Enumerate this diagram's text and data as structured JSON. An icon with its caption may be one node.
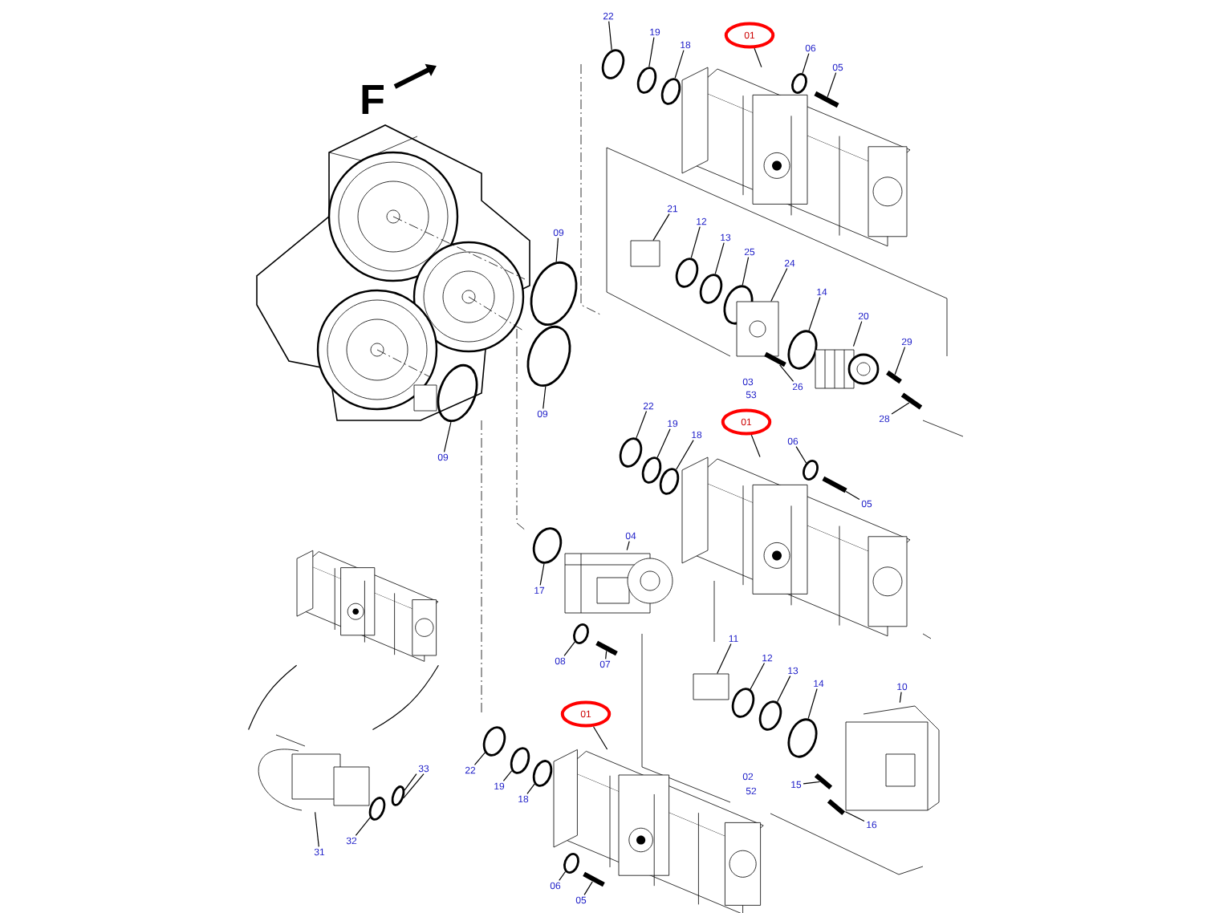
{
  "diagram": {
    "nodes": [
      {
        "text": [
          "22"
        ]
      },
      {
        "text": [
          "19"
        ]
      },
      {
        "text": [
          "01"
        ]
      },
      {
        "text": [
          "18"
        ]
      },
      {
        "text": [
          "06"
        ]
      },
      {
        "text": [
          "05"
        ]
      },
      {
        "text": [
          "21"
        ]
      },
      {
        "text": [
          "12"
        ]
      },
      {
        "text": [
          "09"
        ]
      },
      {
        "text": [
          "13"
        ]
      },
      {
        "text": [
          "25"
        ]
      },
      {
        "text": [
          "24"
        ]
      },
      {
        "text": [
          "14"
        ]
      },
      {
        "text": [
          "20"
        ]
      },
      {
        "text": [
          "29"
        ]
      },
      {
        "text": [
          "26"
        ]
      },
      {
        "text": [
          "22"
        ]
      },
      {
        "text": [
          "09"
        ]
      },
      {
        "text": [
          "28"
        ]
      },
      {
        "text": [
          "01"
        ]
      },
      {
        "text": [
          "19"
        ]
      },
      {
        "text": [
          "18"
        ]
      },
      {
        "text": [
          "06"
        ]
      },
      {
        "text": [
          "09"
        ]
      },
      {
        "text": [
          "05"
        ]
      },
      {
        "text": [
          "04"
        ]
      },
      {
        "text": [
          "17"
        ]
      },
      {
        "text": [
          "11"
        ]
      },
      {
        "text": [
          "08"
        ]
      },
      {
        "text": [
          "12"
        ]
      },
      {
        "text": [
          "07"
        ]
      },
      {
        "text": [
          "13"
        ]
      },
      {
        "text": [
          "14"
        ]
      },
      {
        "text": [
          "10"
        ]
      },
      {
        "text": [
          "01"
        ]
      },
      {
        "text": [
          "22"
        ]
      },
      {
        "text": [
          "33"
        ]
      },
      {
        "text": [
          "15"
        ]
      },
      {
        "text": [
          "19"
        ]
      },
      {
        "text": [
          "18"
        ]
      },
      {
        "text": [
          "16"
        ]
      },
      {
        "text": [
          "32"
        ]
      },
      {
        "text": [
          "31"
        ]
      },
      {
        "text": [
          "06"
        ]
      },
      {
        "text": [
          "05"
        ]
      },
      {
        "text": [],
        "shape": "circle"
      },
      {
        "text": [],
        "shape": "circle"
      },
      {
        "text": [],
        "shape": "circle"
      },
      {
        "text": [],
        "shape": "picture"
      },
      {
        "text": [],
        "shape": "circle"
      },
      {
        "text": [],
        "shape": "bar"
      },
      {
        "text": [],
        "shape": "cylinder"
      },
      {
        "text": [],
        "shape": "circle"
      },
      {
        "text": [],
        "shape": "circle"
      },
      {
        "text": [],
        "shape": "circle"
      },
      {
        "text": [],
        "shape": "box"
      },
      {
        "text": [],
        "shape": "circle"
      },
      {
        "text": [],
        "shape": "picture"
      },
      {
        "text": [],
        "shape": "bar"
      },
      {
        "text": [],
        "shape": "bar"
      },
      {
        "text": [],
        "shape": "bar"
      },
      {
        "text": [],
        "shape": "circle"
      },
      {
        "text": [],
        "shape": "circle"
      },
      {
        "text": [],
        "shape": "circle"
      },
      {
        "text": [],
        "shape": "circle"
      },
      {
        "text": [],
        "shape": "circle"
      },
      {
        "text": [],
        "shape": "circle"
      },
      {
        "text": [],
        "shape": "picture"
      },
      {
        "text": [],
        "shape": "circle"
      },
      {
        "text": [],
        "shape": "bar"
      },
      {
        "text": [],
        "shape": "picture"
      },
      {
        "text": [],
        "shape": "circle"
      },
      {
        "text": [],
        "shape": "circle"
      },
      {
        "text": [],
        "shape": "bar"
      },
      {
        "text": [],
        "shape": "cylinder"
      },
      {
        "text": [],
        "shape": "circle"
      },
      {
        "text": [],
        "shape": "circle"
      },
      {
        "text": [],
        "shape": "circle"
      },
      {
        "text": [],
        "shape": "picture"
      },
      {
        "text": [],
        "shape": "bar"
      },
      {
        "text": [],
        "shape": "bar"
      },
      {
        "text": [],
        "shape": "circle"
      },
      {
        "text": [],
        "shape": "circle"
      },
      {
        "text": [],
        "shape": "circle"
      },
      {
        "text": [],
        "shape": "picture"
      },
      {
        "text": [],
        "shape": "circle"
      },
      {
        "text": [],
        "shape": "bar"
      },
      {
        "text": [],
        "shape": "picture"
      },
      {
        "text": [],
        "shape": "picture"
      },
      {
        "text": [],
        "shape": "circle"
      },
      {
        "text": [],
        "shape": "circle"
      }
    ],
    "edges": [
      {
        "from": 0,
        "to": 45,
        "arrow": "none"
      },
      {
        "from": 1,
        "to": 46,
        "arrow": "none"
      },
      {
        "from": 2,
        "to": 48,
        "arrow": "none"
      },
      {
        "from": 3,
        "to": 47,
        "arrow": "none"
      },
      {
        "from": 4,
        "to": 49,
        "arrow": "none"
      },
      {
        "from": 5,
        "to": 50,
        "arrow": "none"
      },
      {
        "from": 6,
        "to": 51,
        "arrow": "none"
      },
      {
        "from": 7,
        "to": 52,
        "arrow": "none"
      },
      {
        "from": 8,
        "to": 61,
        "arrow": "none"
      },
      {
        "from": 9,
        "to": 53,
        "arrow": "none"
      },
      {
        "from": 10,
        "to": 54,
        "arrow": "none"
      },
      {
        "from": 11,
        "to": 55,
        "arrow": "none"
      },
      {
        "from": 12,
        "to": 56,
        "arrow": "none"
      },
      {
        "from": 13,
        "to": 57,
        "arrow": "none"
      },
      {
        "from": 14,
        "to": 58,
        "arrow": "none"
      },
      {
        "from": 15,
        "to": 60,
        "arrow": "none"
      },
      {
        "from": 16,
        "to": 64,
        "arrow": "none"
      },
      {
        "from": 17,
        "to": 62,
        "arrow": "none"
      },
      {
        "from": 18,
        "to": 59,
        "arrow": "none"
      },
      {
        "from": 19,
        "to": 67,
        "arrow": "none"
      },
      {
        "from": 20,
        "to": 65,
        "arrow": "none"
      },
      {
        "from": 21,
        "to": 66,
        "arrow": "none"
      },
      {
        "from": 22,
        "to": 68,
        "arrow": "none"
      },
      {
        "from": 23,
        "to": 63,
        "arrow": "none"
      },
      {
        "from": 24,
        "to": 69,
        "arrow": "none"
      },
      {
        "from": 25,
        "to": 70,
        "arrow": "none"
      },
      {
        "from": 26,
        "to": 71,
        "arrow": "none"
      },
      {
        "from": 27,
        "to": 74,
        "arrow": "none"
      },
      {
        "from": 28,
        "to": 72,
        "arrow": "none"
      },
      {
        "from": 29,
        "to": 75,
        "arrow": "none"
      },
      {
        "from": 30,
        "to": 73,
        "arrow": "none"
      },
      {
        "from": 31,
        "to": 76,
        "arrow": "none"
      },
      {
        "from": 32,
        "to": 77,
        "arrow": "none"
      },
      {
        "from": 33,
        "to": 78,
        "arrow": "none"
      },
      {
        "from": 34,
        "to": 84,
        "arrow": "none"
      },
      {
        "from": 35,
        "to": 81,
        "arrow": "none"
      },
      {
        "from": 36,
        "to": 90,
        "arrow": "none"
      },
      {
        "from": 36,
        "to": 90,
        "arrow": "none"
      },
      {
        "from": 37,
        "to": 79,
        "arrow": "none"
      },
      {
        "from": 38,
        "to": 82,
        "arrow": "none"
      },
      {
        "from": 39,
        "to": 83,
        "arrow": "none"
      },
      {
        "from": 40,
        "to": 80,
        "arrow": "none"
      },
      {
        "from": 41,
        "to": 89,
        "arrow": "none"
      },
      {
        "from": 42,
        "to": 88,
        "arrow": "none"
      },
      {
        "from": 43,
        "to": 85,
        "arrow": "none"
      },
      {
        "from": 44,
        "to": 86,
        "arrow": "none"
      },
      {
        "from": 87,
        "to": 88,
        "arrow": "none"
      },
      {
        "from": 87,
        "to": 88,
        "arrow": "none"
      }
    ],
    "labels": [
      "F",
      "03",
      "53",
      "02",
      "52"
    ]
  }
}
